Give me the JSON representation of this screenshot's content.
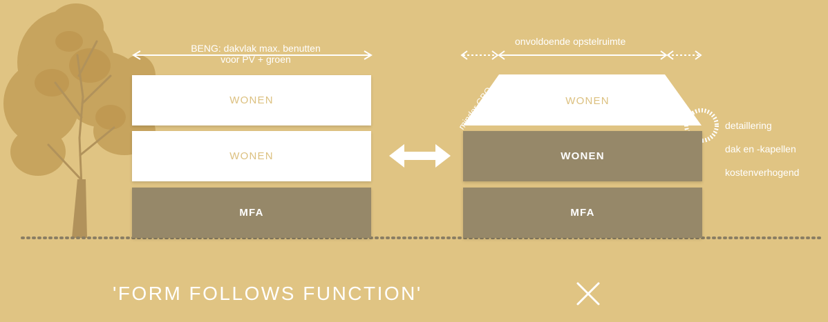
{
  "left_building": {
    "annotation": "BENG: dakvlak max. benutten\nvoor PV + groen",
    "floors": [
      "WONEN",
      "WONEN",
      "MFA"
    ]
  },
  "right_building": {
    "top_annotation": "onvoldoende opstelruimte",
    "slope_annotation": "minder GBO",
    "roof_label": "WONEN",
    "floors": [
      "WONEN",
      "MFA"
    ],
    "side_annotation": [
      "detaillering",
      "dak en -kapellen",
      "kostenverhogend"
    ]
  },
  "motto": "'FORM FOLLOWS FUNCTION'",
  "colors": {
    "background": "#e0c483",
    "white_block": "#ffffff",
    "dark_block": "#968869",
    "block_text": "#dcc07f",
    "tree": "#c09c55",
    "ground_line": "#8a7e63"
  },
  "icons": [
    "tree-illustration",
    "double-arrow-icon",
    "close-x-icon",
    "dashed-circle-icon"
  ]
}
